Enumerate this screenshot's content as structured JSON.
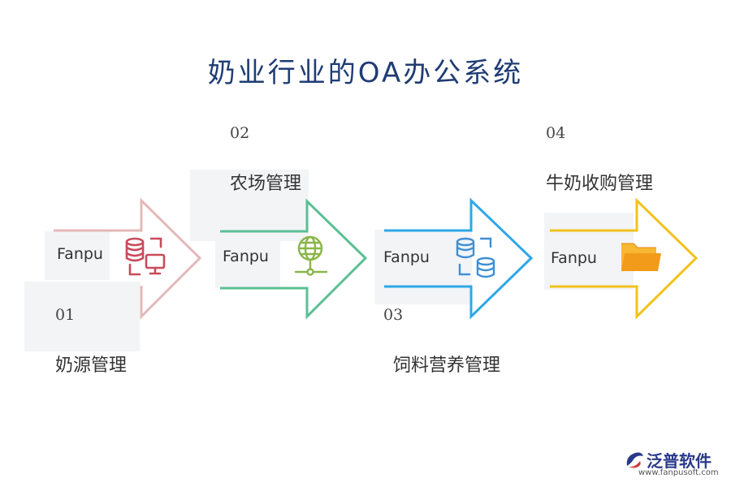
{
  "title": "奶业行业的OA办公系统",
  "steps": [
    {
      "number": "01",
      "label": "奶源管理",
      "brand": "Fanpu",
      "color": "#e4b9b9",
      "icon": "database-monitor-icon",
      "icon_color": "#c94b5a"
    },
    {
      "number": "02",
      "label": "农场管理",
      "brand": "Fanpu",
      "color": "#5bbf94",
      "icon": "globe-network-icon",
      "icon_color": "#8ab54a"
    },
    {
      "number": "03",
      "label": "饲料营养管理",
      "brand": "Fanpu",
      "color": "#2ea7e8",
      "icon": "databases-icon",
      "icon_color": "#3d8fd6"
    },
    {
      "number": "04",
      "label": "牛奶收购管理",
      "brand": "Fanpu",
      "color": "#f2c21c",
      "icon": "folder-icon",
      "icon_color": "#f2a324"
    }
  ],
  "logo": {
    "name": "泛普软件",
    "url": "www.fanpusoft.com"
  }
}
